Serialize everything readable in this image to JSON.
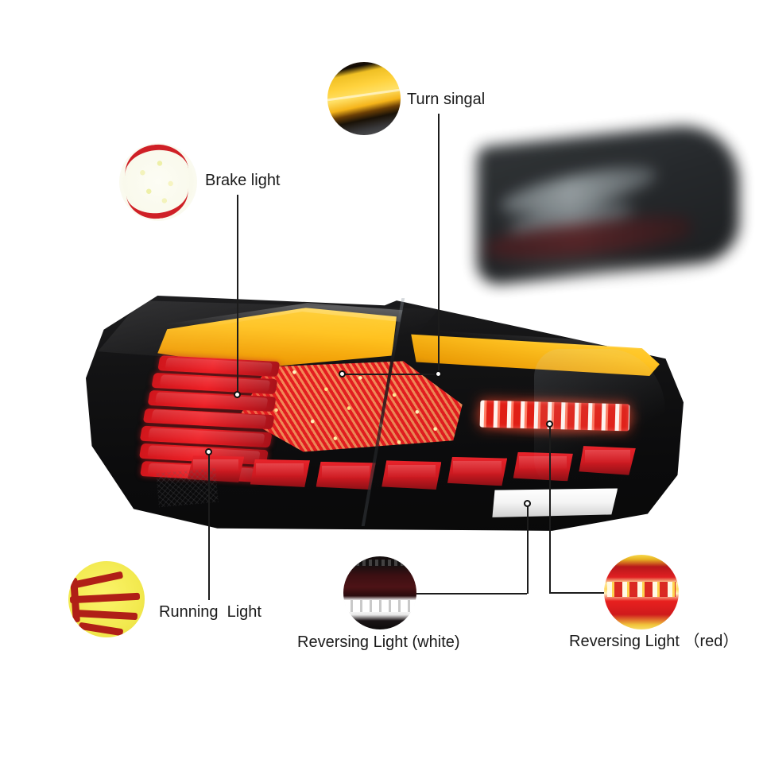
{
  "diagram": {
    "title": "Car LED Taillight Feature Callout Diagram",
    "background_color": "#ffffff",
    "product": "LED tail lamp assembly (smoked lens)"
  },
  "callouts": [
    {
      "id": "turn-signal",
      "label": "Turn singal",
      "bubble_colors": [
        "#ffd23d",
        "#f5b41a",
        "#120b04",
        "#5a5c5e"
      ],
      "description": "amber sequential turn signal light bar"
    },
    {
      "id": "brake-light",
      "label": "Brake light",
      "bubble_colors": [
        "#fdfdf4",
        "#eef0a8",
        "#cf2026"
      ],
      "description": "speckled red brake light panel"
    },
    {
      "id": "running-light",
      "label": "Running  Light",
      "bubble_colors": [
        "#fbf46a",
        "#b01f17"
      ],
      "description": "red chevron daytime running light segments"
    },
    {
      "id": "reversing-light-white",
      "label": "Reversing Light (white)",
      "bubble_colors": [
        "#ffffff",
        "#4d1316",
        "#120b0b"
      ],
      "description": "white reverse lamp bar at lower edge"
    },
    {
      "id": "reversing-light-red",
      "label": "Reversing Light （red）",
      "bubble_colors": [
        "#e01f22",
        "#fff0bb",
        "#f7d84b"
      ],
      "description": "red illuminated LED strip reverse indicator"
    }
  ],
  "lamp_features": {
    "amber_strip_color": "#ffc423",
    "red_segment_color": "#e8232a",
    "white_bar_color": "#ffffff",
    "housing_color": "#121214",
    "brake_pad_color": "#d6222a"
  }
}
